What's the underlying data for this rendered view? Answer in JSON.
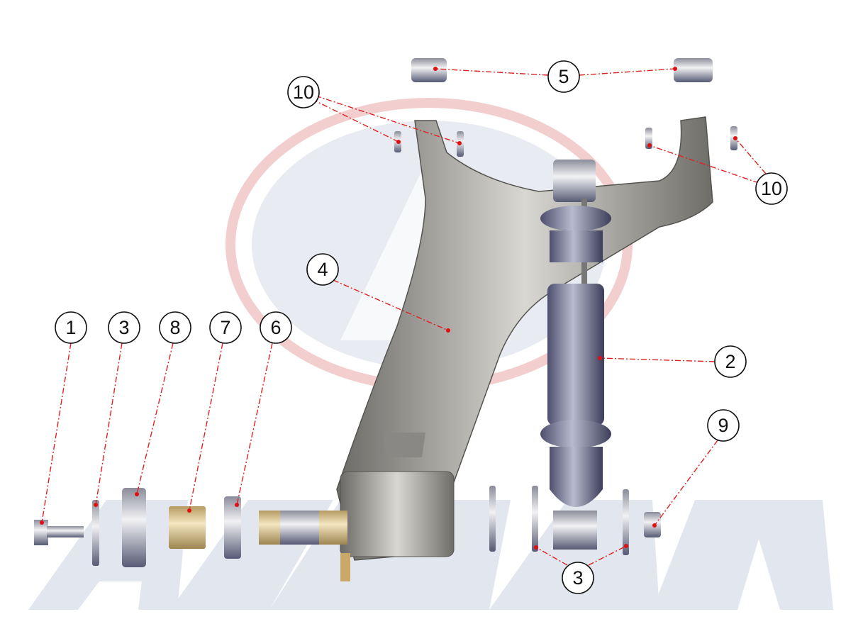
{
  "diagram": {
    "watermark_logo": "AIXAM",
    "callouts": {
      "c10_left": "10",
      "c5": "5",
      "c10_right": "10",
      "c4": "4",
      "c1": "1",
      "c3_left": "3",
      "c8": "8",
      "c7": "7",
      "c6": "6",
      "c2": "2",
      "c9": "9",
      "c3_bottom": "3"
    },
    "colors": {
      "leader": "#e02020",
      "arm": "#8f8d88",
      "shock": "#6e6f8c",
      "bronze": "#c9a868",
      "watermark": "#dde3ee"
    }
  }
}
